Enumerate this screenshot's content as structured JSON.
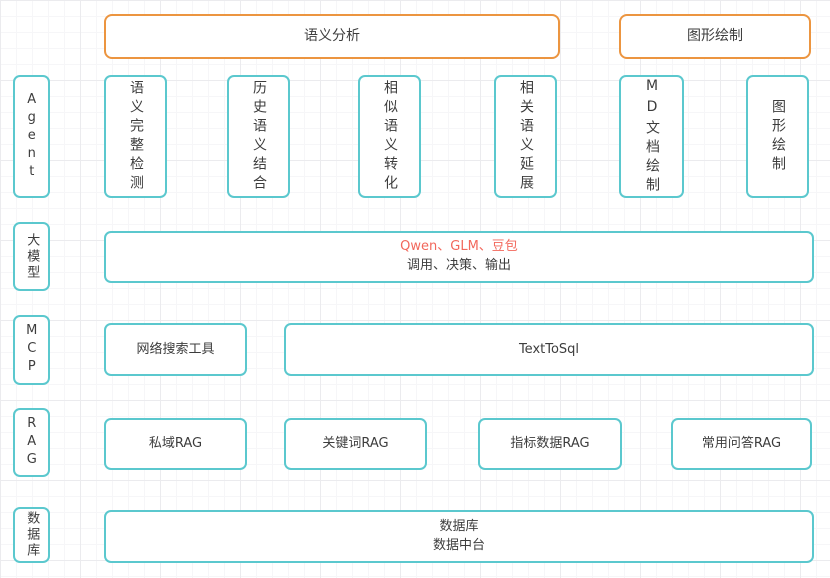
{
  "colors": {
    "node_border_teal": "#5bc8ce",
    "header_border_orange": "#ec9540",
    "model_text_red": "#f2685c",
    "text": "#3d3d3d"
  },
  "headers": [
    {
      "label": "语义分析"
    },
    {
      "label": "图形绘制"
    }
  ],
  "side_labels": [
    {
      "label": "Agent"
    },
    {
      "label": "大模型"
    },
    {
      "label": "MCP"
    },
    {
      "label": "RAG"
    },
    {
      "label": "数据库"
    }
  ],
  "agent_row": {
    "boxes": [
      {
        "label": "语义完整检测"
      },
      {
        "label": "历史语义结合"
      },
      {
        "label": "相似语义转化"
      },
      {
        "label": "相关语义延展"
      },
      {
        "label": "MD文档绘制"
      },
      {
        "label": "图形绘制"
      }
    ]
  },
  "llm_row": {
    "models": "Qwen、GLM、豆包",
    "actions": "调用、决策、输出"
  },
  "mcp_row": {
    "boxes": [
      {
        "label": "网络搜索工具"
      },
      {
        "label": "TextToSql"
      }
    ]
  },
  "rag_row": {
    "boxes": [
      {
        "label": "私域RAG"
      },
      {
        "label": "关键词RAG"
      },
      {
        "label": "指标数据RAG"
      },
      {
        "label": "常用问答RAG"
      }
    ]
  },
  "db_row": {
    "line1": "数据库",
    "line2": "数据中台"
  }
}
